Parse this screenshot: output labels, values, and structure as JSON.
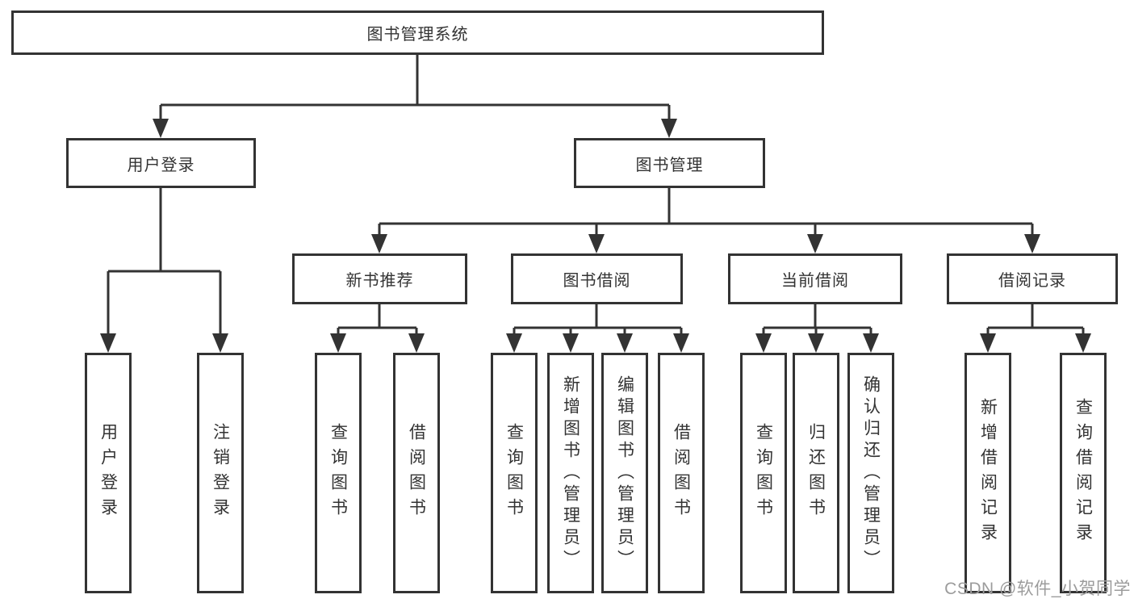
{
  "title_node": {
    "label": "图书管理系统"
  },
  "branches": {
    "user_login": {
      "label": "用户登录",
      "children": [
        {
          "label": "用户登录"
        },
        {
          "label": "注销登录"
        }
      ]
    },
    "book_mgmt": {
      "label": "图书管理",
      "children": [
        {
          "label": "新书推荐",
          "children": [
            {
              "label": "查询图书"
            },
            {
              "label": "借阅图书"
            }
          ]
        },
        {
          "label": "图书借阅",
          "children": [
            {
              "label": "查询图书"
            },
            {
              "label": "新增图书（管理员）"
            },
            {
              "label": "编辑图书（管理员）"
            },
            {
              "label": "借阅图书"
            }
          ]
        },
        {
          "label": "当前借阅",
          "children": [
            {
              "label": "查询图书"
            },
            {
              "label": "归还图书"
            },
            {
              "label": "确认归还（管理员）"
            }
          ]
        },
        {
          "label": "借阅记录",
          "children": [
            {
              "label": "新增借阅记录"
            },
            {
              "label": "查询借阅记录"
            }
          ]
        }
      ]
    }
  },
  "watermark": {
    "text": "CSDN @软件_小贺同学"
  },
  "colors": {
    "line": "#333333",
    "box_border": "#333333",
    "text": "#333333",
    "watermark": "#9c9c9c",
    "background": "#ffffff"
  }
}
